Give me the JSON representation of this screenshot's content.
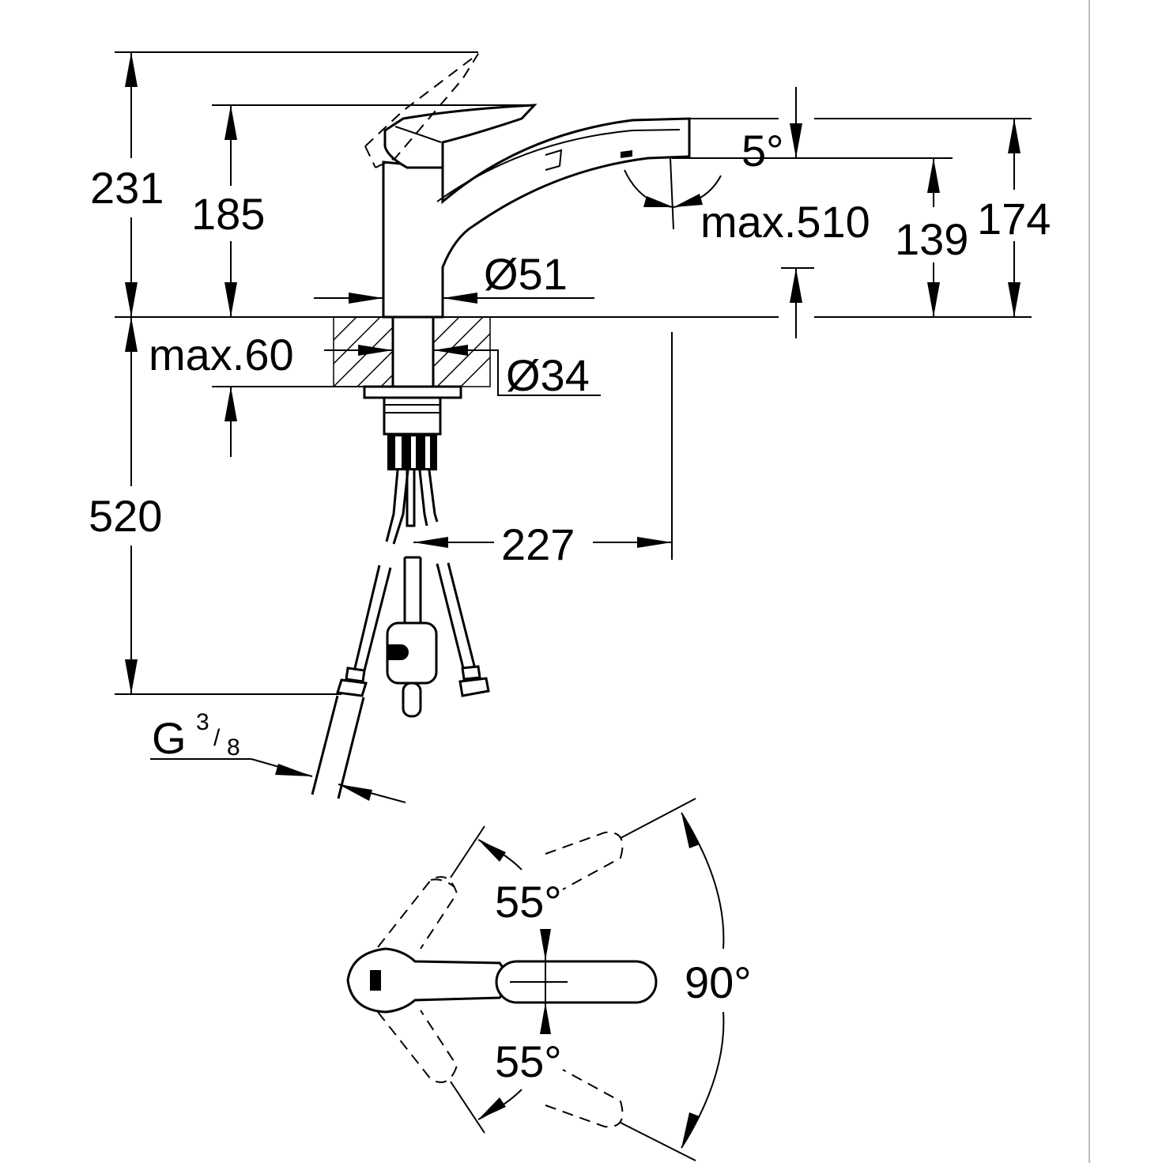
{
  "drawing": {
    "side_view": {
      "dims": {
        "h231": "231",
        "h185": "185",
        "d51": "Ø51",
        "tilt5": "5°",
        "pull510": "max.510",
        "h139": "139",
        "h174": "174",
        "deck60": "max.60",
        "d34": "Ø34",
        "hose520": "520",
        "reach227": "227"
      },
      "thread": {
        "main": "G",
        "num": "3",
        "den": "8"
      }
    },
    "top_view": {
      "angle_left": "55°",
      "angle_right": "55°",
      "total": "90°"
    }
  }
}
